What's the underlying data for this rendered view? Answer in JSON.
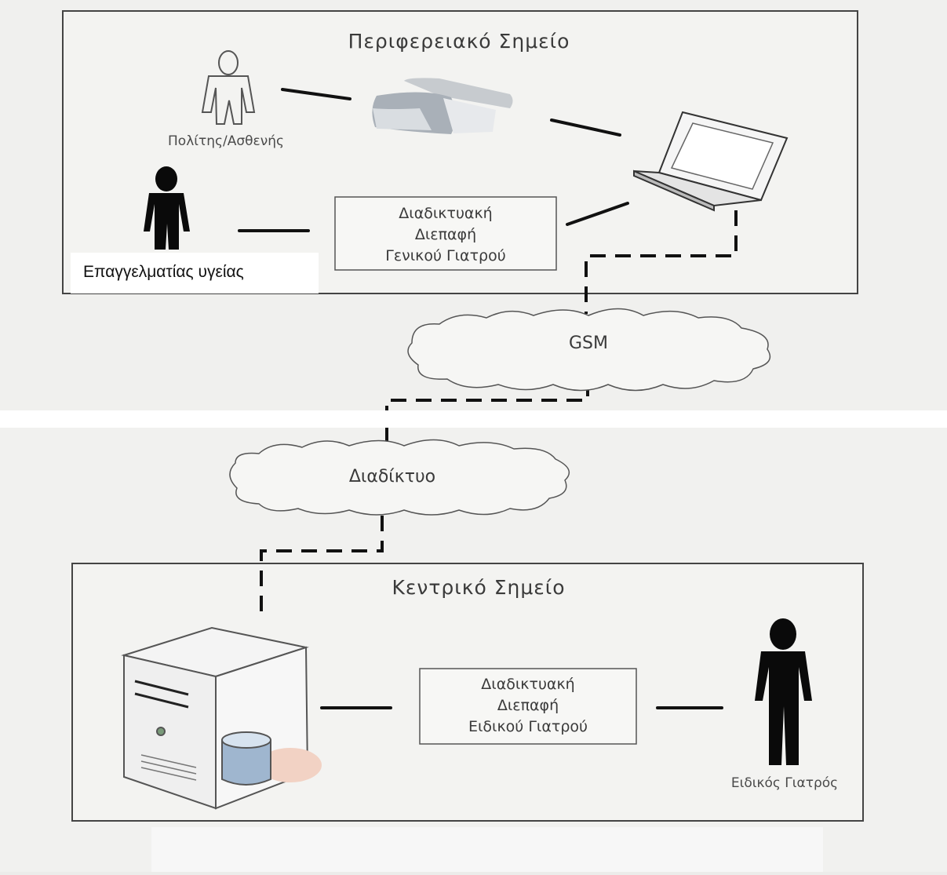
{
  "peripheral": {
    "title": "Περιφερειακό Σημείο",
    "patient_label": "Πολίτης/Ασθενής",
    "interface_lines": [
      "Διαδικτυακή",
      "Διεπαφή",
      "Γενικού Γιατρού"
    ],
    "health_professional_label": "Επαγγελματίας υγείας"
  },
  "networks": {
    "gsm": "GSM",
    "internet": "Διαδίκτυο"
  },
  "central": {
    "title": "Κεντρικό Σημείο",
    "interface_lines": [
      "Διαδικτυακή",
      "Διεπαφή",
      "Ειδικού Γιατρού"
    ],
    "specialist_label": "Ειδικός Γιατρός"
  }
}
